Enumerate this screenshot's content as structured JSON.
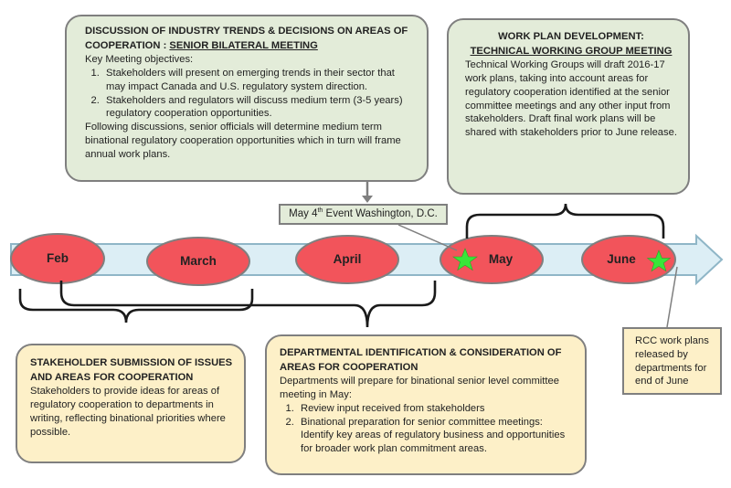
{
  "timeline": {
    "months": [
      {
        "label": "Feb"
      },
      {
        "label": "March"
      },
      {
        "label": "April"
      },
      {
        "label": "May"
      },
      {
        "label": "June"
      }
    ]
  },
  "event_callout": {
    "text_prefix": "May 4",
    "superscript": "th",
    "text_suffix": " Event Washington, D.C."
  },
  "senior_meeting": {
    "title_line1": "DISCUSSION OF INDUSTRY TRENDS & DECISIONS ON AREAS OF",
    "title_line2_prefix": "COOPERATION : ",
    "title_line2_underlined": "SENIOR BILATERAL MEETING",
    "intro": "Key Meeting objectives:",
    "objectives": [
      "Stakeholders will present on emerging trends in their sector that may impact Canada and U.S. regulatory system direction.",
      "Stakeholders and regulators will discuss medium term (3-5 years) regulatory cooperation opportunities."
    ],
    "conclusion": "Following discussions, senior officials will determine medium term binational regulatory cooperation opportunities which in turn will frame annual work plans."
  },
  "work_plan": {
    "title_line1": "WORK PLAN DEVELOPMENT:",
    "title_line2": "TECHNICAL WORKING GROUP MEETING",
    "body": "Technical Working Groups will draft 2016-17 work plans, taking into account areas for regulatory cooperation identified at the senior committee meetings and any other input from stakeholders.  Draft final work plans will be shared with stakeholders prior to June release."
  },
  "stakeholder_submission": {
    "title": "STAKEHOLDER SUBMISSION OF ISSUES AND AREAS FOR COOPERATION",
    "body": "Stakeholders to provide ideas for areas of regulatory cooperation to departments in writing, reflecting binational priorities where possible."
  },
  "departmental": {
    "title": "DEPARTMENTAL IDENTIFICATION & CONSIDERATION OF AREAS FOR COOPERATION",
    "intro": "Departments will prepare for binational senior level committee meeting in May:",
    "items": [
      "Review input received from stakeholders",
      "Binational preparation for senior committee meetings: Identify key areas of regulatory business and opportunities for broader work plan commitment areas."
    ]
  },
  "rcc_release": {
    "text": "RCC work plans released by departments for end of June"
  },
  "colors": {
    "oval_fill": "#f2545b",
    "timeline_arrow": "#dceef5",
    "green_box": "#e3ecd9",
    "yellow_box": "#fdf0c8",
    "star": "#39e639"
  }
}
